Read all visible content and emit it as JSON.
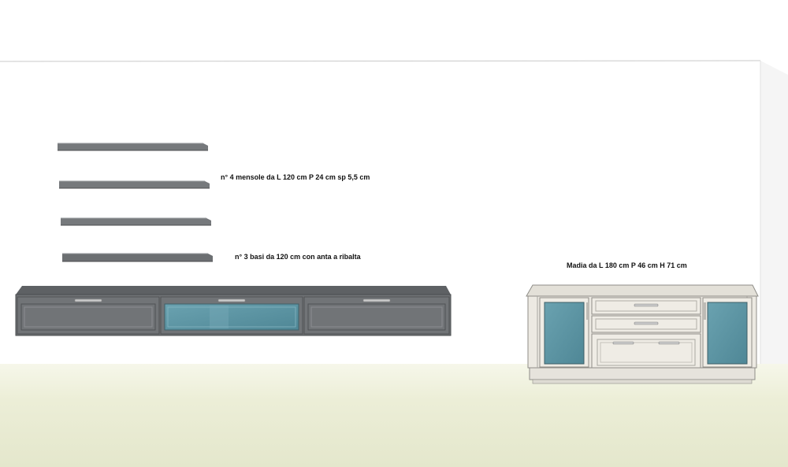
{
  "annotations": {
    "shelves": "n° 4 mensole da L 120 cm P 24 cm sp 5,5 cm",
    "bases": "n° 3 basi da 120 cm con anta a ribalta",
    "sideboard": "Madia da L 180 cm P 46 cm H 71 cm"
  },
  "colors": {
    "wall": "#ffffff",
    "floor": "#e9ecd3",
    "shelf": "#76797c",
    "base_cabinet": "#6f7275",
    "glass": "#5f95a3",
    "sideboard": "#ece9e2"
  }
}
